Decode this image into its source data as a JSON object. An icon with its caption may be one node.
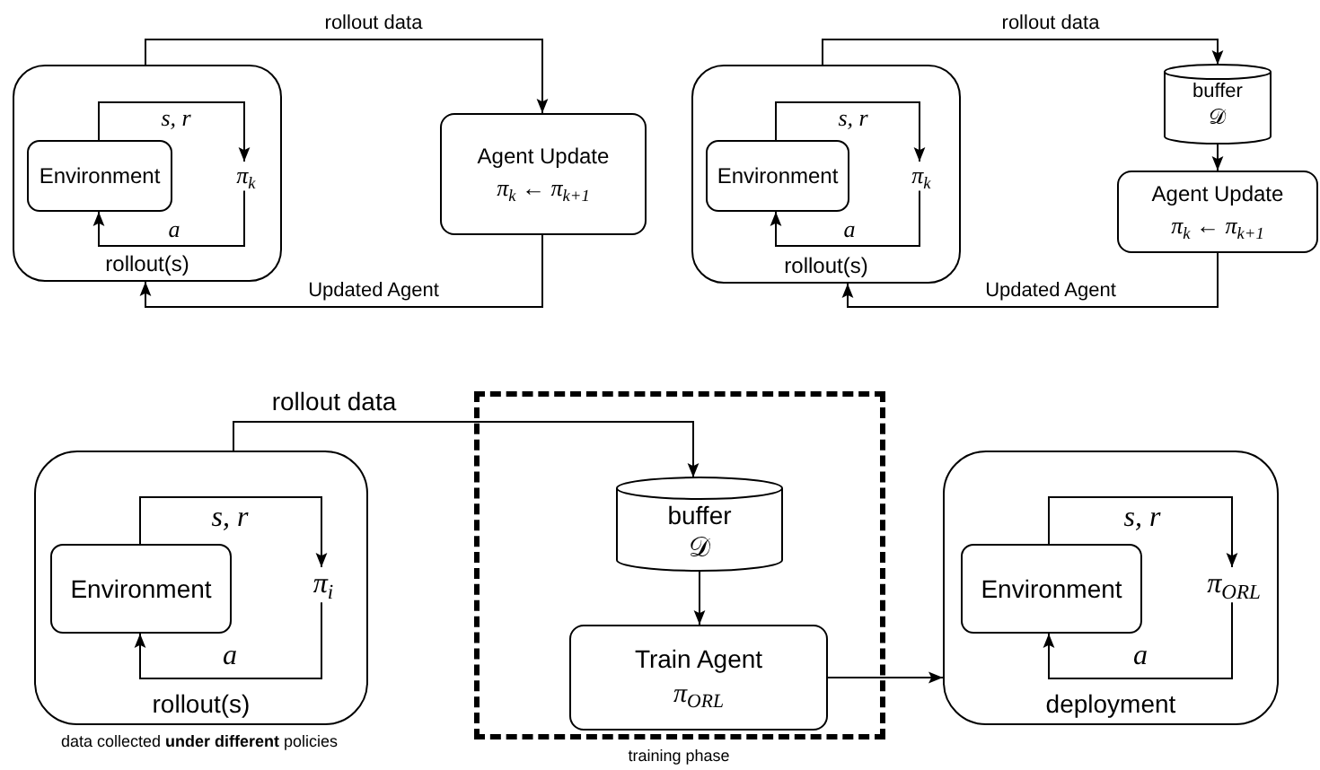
{
  "diagram": {
    "nodes": [
      {
        "text": [
          "rollout(s)"
        ]
      },
      {
        "text": [
          "Environment"
        ],
        "in": 0
      },
      {
        "text": [
          "π$_{k}$"
        ],
        "in": 0
      },
      {
        "text": [
          "Agent Update",
          "π$_{k}$ ← π$_{k+1}$"
        ]
      },
      {
        "text": [
          "rollout(s)"
        ]
      },
      {
        "text": [
          "Environment"
        ],
        "in": 4
      },
      {
        "text": [
          "π$_{k}$"
        ],
        "in": 4
      },
      {
        "text": [
          "buffer",
          "𝒟"
        ]
      },
      {
        "text": [
          "Agent Update",
          "π$_{k}$ ← π$_{k+1}$"
        ]
      },
      {
        "text": [
          "rollout(s)"
        ],
        "beside": [
          "data collected **under different** policies"
        ]
      },
      {
        "text": [
          "Environment"
        ],
        "in": 9
      },
      {
        "text": [
          "π$_{i}$"
        ],
        "in": 9
      },
      {
        "text": [],
        "shape": "box",
        "beside": [
          "training phase"
        ]
      },
      {
        "text": [
          "buffer",
          "𝒟"
        ],
        "in": 12
      },
      {
        "text": [
          "Train Agent",
          "π$_{ORL}$"
        ],
        "in": 12
      },
      {
        "text": [
          "deployment"
        ]
      },
      {
        "text": [
          "Environment"
        ],
        "in": 15
      },
      {
        "text": [
          "π$_{ORL}$"
        ],
        "in": 15
      }
    ],
    "edges": [
      {
        "from": 1,
        "to": 2,
        "arrow": "to",
        "label": "s, r"
      },
      {
        "from": 2,
        "to": 1,
        "arrow": "to",
        "label": "a"
      },
      {
        "from": 0,
        "to": 3,
        "arrow": "to",
        "label": "rollout data"
      },
      {
        "from": 3,
        "to": 0,
        "arrow": "to",
        "label": "Updated Agent"
      },
      {
        "from": 5,
        "to": 6,
        "arrow": "to",
        "label": "s, r"
      },
      {
        "from": 6,
        "to": 5,
        "arrow": "to",
        "label": "a"
      },
      {
        "from": 4,
        "to": 7,
        "arrow": "to",
        "label": "rollout data"
      },
      {
        "from": 7,
        "to": 8,
        "arrow": "to"
      },
      {
        "from": 8,
        "to": 4,
        "arrow": "to",
        "label": "Updated Agent"
      },
      {
        "from": 10,
        "to": 11,
        "arrow": "to",
        "label": "s, r"
      },
      {
        "from": 11,
        "to": 10,
        "arrow": "to",
        "label": "a"
      },
      {
        "from": 9,
        "to": 13,
        "arrow": "to",
        "label": "rollout data"
      },
      {
        "from": 13,
        "to": 14,
        "arrow": "to"
      },
      {
        "from": 14,
        "to": 15,
        "arrow": "to"
      },
      {
        "from": 16,
        "to": 17,
        "arrow": "to",
        "label": "s, r"
      },
      {
        "from": 17,
        "to": 16,
        "arrow": "to",
        "label": "a"
      }
    ]
  }
}
